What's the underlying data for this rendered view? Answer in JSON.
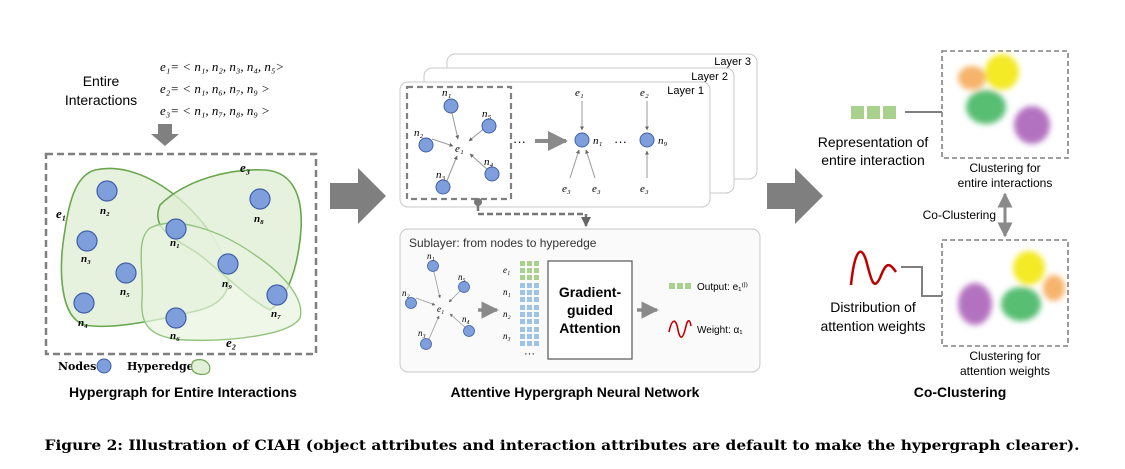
{
  "panel1": {
    "heading": "Entire\nInteractions",
    "heading_line1": "Entire",
    "heading_line2": "Interactions",
    "equations": [
      "e₁= < n₁, n₂, n₃, n₄, n₅>",
      "e₂= < n₁, n₆, n₇, n₉ >",
      "e₃= < n₁, n₇, n₈, n₉ >"
    ],
    "hyperedge_labels": {
      "e1": "e₁",
      "e2": "e₂",
      "e3": "e₃"
    },
    "node_labels": {
      "n1": "n₁",
      "n2": "n₂",
      "n3": "n₃",
      "n4": "n₄",
      "n5": "n₅",
      "n6": "n₆",
      "n7": "n₇",
      "n8": "n₈",
      "n9": "n₉"
    },
    "legend_nodes": "Nodes",
    "legend_hyperedges": "Hyperedges",
    "caption": "Hypergraph for Entire Interactions"
  },
  "panel2": {
    "layer_labels": [
      "Layer 3",
      "Layer 2",
      "Layer 1"
    ],
    "star_center": "e₁",
    "star_nodes": [
      "n₁",
      "n₅",
      "n₂",
      "n₄",
      "n₃"
    ],
    "tree1_top": "e₁",
    "tree1_node": "n₁",
    "tree1_bottom": [
      "e₃",
      "e₃"
    ],
    "tree2_top": "e₂",
    "tree2_node": "n₉",
    "tree2_bottom": "e₃",
    "ellipsis": "···",
    "sublayer_title": "Sublayer: from nodes to hyperedge",
    "row_labels": [
      "e₁",
      "n₁",
      "n₂",
      "n₃"
    ],
    "vertical_ellipsis": "···",
    "box_label_line1": "Gradient-",
    "box_label_line2": "guided",
    "box_label_line3": "Attention",
    "output_label": "Output: e₁⁽ˡ⁾",
    "weight_label": "Weight: α₁",
    "caption": "Attentive Hypergraph Neural Network"
  },
  "panel3": {
    "rep_label_line1": "Representation of",
    "rep_label_line2": "entire interaction",
    "cluster1_caption_line1": "Clustering for",
    "cluster1_caption_line2": "entire interactions",
    "co_clustering": "Co-Clustering",
    "dist_label_line1": "Distribution of",
    "dist_label_line2": "attention weights",
    "cluster2_caption_line1": "Clustering for",
    "cluster2_caption_line2": "attention weights",
    "caption": "Co-Clustering"
  },
  "figure_caption": "Figure 2: Illustration of CIAH (object attributes and interaction attributes are default to make the hypergraph clearer).",
  "colors": {
    "node_fill": "#7f9fdc",
    "node_stroke": "#3f5fa8",
    "hyperedge_stroke": "#6aa84f",
    "hyperedge_fill": "#e3f0d8",
    "arrow_gray": "#7f7f7f",
    "dashed_gray": "#777777",
    "green_square": "#a9d18e",
    "blue_square": "#9dc3e6",
    "weight_red": "#c00000",
    "cluster_orange": "#f39b3a",
    "cluster_yellow": "#f2e600",
    "cluster_green": "#38b35a",
    "cluster_purple": "#a04fb0"
  }
}
